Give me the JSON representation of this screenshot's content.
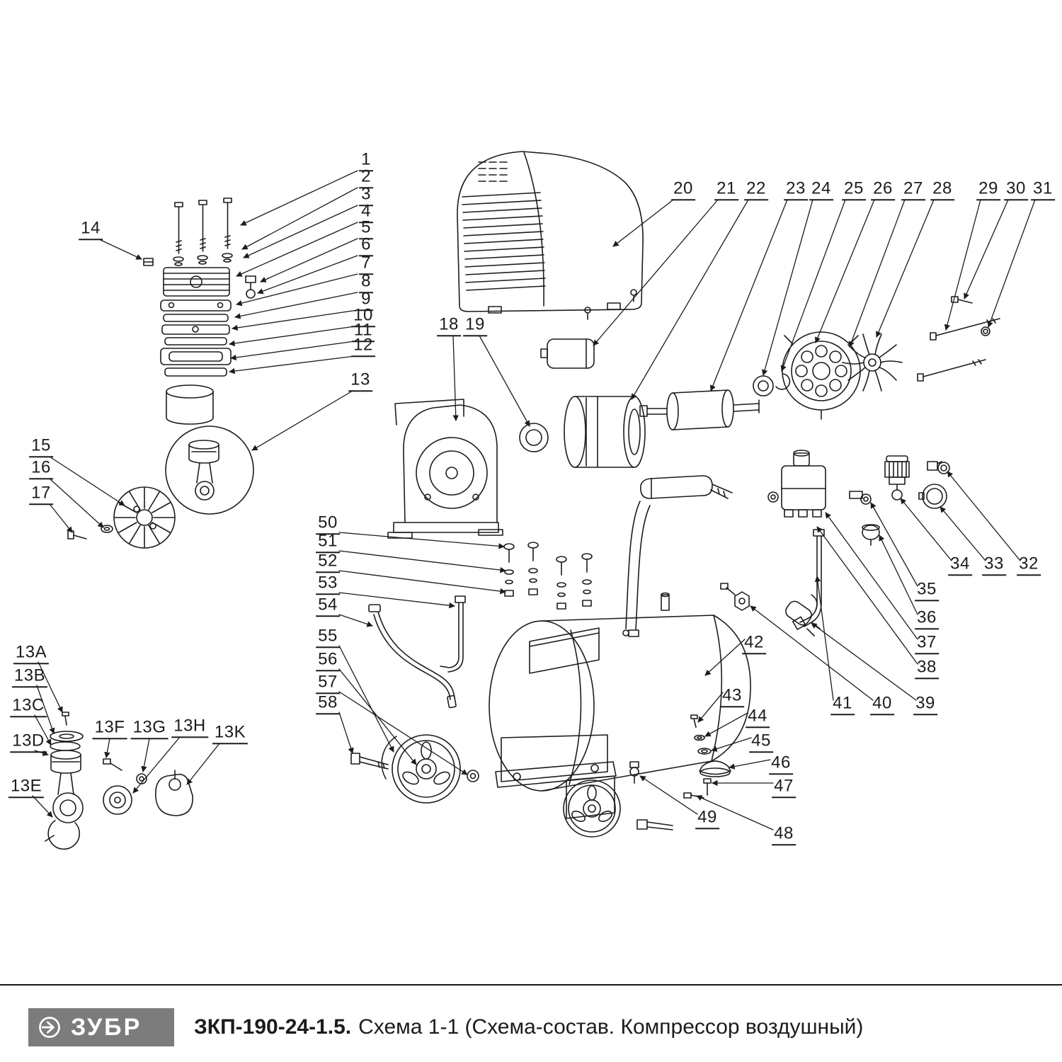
{
  "footer": {
    "brand": "ЗУБР",
    "model": "ЗКП-190-24-1.5.",
    "caption": "Схема 1-1 (Схема-состав. Компрессор воздушный)"
  },
  "colors": {
    "line": "#1c1c1c",
    "logo_background": "#7c7c7c"
  },
  "callouts": [
    "1",
    "2",
    "3",
    "4",
    "5",
    "6",
    "7",
    "8",
    "9",
    "10",
    "11",
    "12",
    "13",
    "14",
    "15",
    "16",
    "17",
    "18",
    "19",
    "20",
    "21",
    "22",
    "23",
    "24",
    "25",
    "26",
    "27",
    "28",
    "29",
    "30",
    "31",
    "32",
    "33",
    "34",
    "35",
    "36",
    "37",
    "38",
    "39",
    "40",
    "41",
    "42",
    "43",
    "44",
    "45",
    "46",
    "47",
    "48",
    "49",
    "50",
    "51",
    "52",
    "53",
    "54",
    "55",
    "56",
    "57",
    "58",
    "13A",
    "13B",
    "13C",
    "13D",
    "13E",
    "13F",
    "13G",
    "13H",
    "13K"
  ]
}
